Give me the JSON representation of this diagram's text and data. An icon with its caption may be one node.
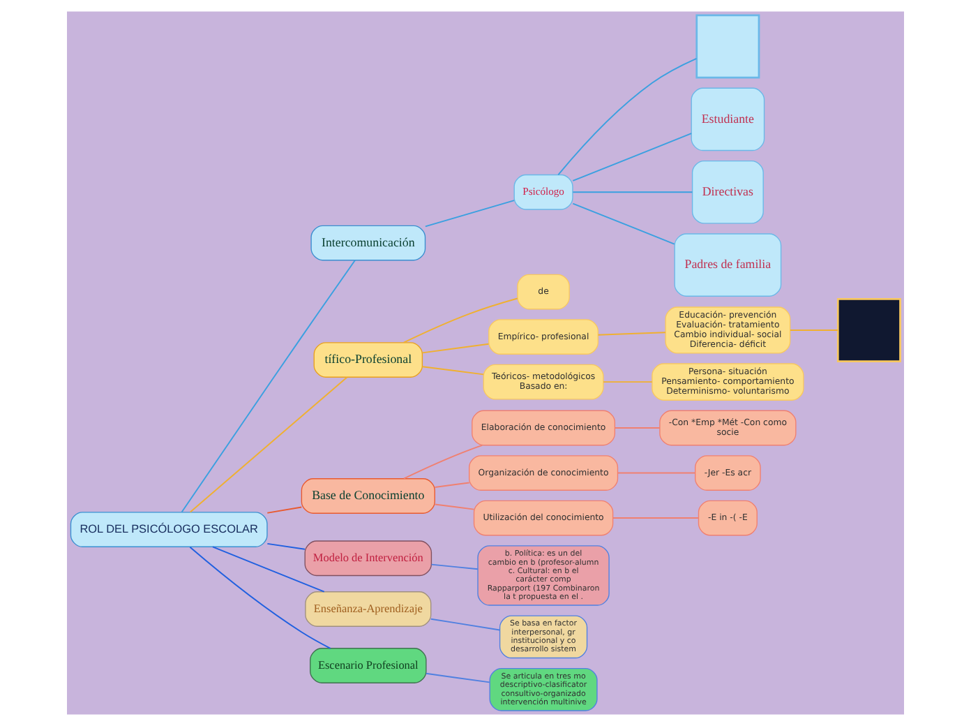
{
  "diagram": {
    "nodes": [
      {
        "text": [
          "ROL DEL PSICÓLOGO ESCOLAR"
        ]
      },
      {
        "text": [
          "Intercomunicación"
        ]
      },
      {
        "text": [
          "Psicólogo"
        ]
      },
      {
        "text": [],
        "shape": "box"
      },
      {
        "text": [
          "Estudiante"
        ]
      },
      {
        "text": [
          "Directivas"
        ]
      },
      {
        "text": [
          "Padres de familia"
        ]
      },
      {
        "text": [
          "tífico-Profesional"
        ]
      },
      {
        "text": [
          "de"
        ]
      },
      {
        "text": [
          "Empírico- profesional"
        ]
      },
      {
        "text": [
          "Teóricos- metodológicos Basado en:"
        ]
      },
      {
        "text": [
          "Educación- prevención Evaluación- tratamiento Cambio individual- social Diferencia- déficit"
        ]
      },
      {
        "text": [
          "Persona- situación Pensamiento- comportamiento Determinismo- voluntarismo"
        ]
      },
      {
        "text": [],
        "shape": "box"
      },
      {
        "text": [
          "Base de Conocimiento"
        ]
      },
      {
        "text": [
          "Elaboración de conocimiento"
        ]
      },
      {
        "text": [
          "-Con *Emp *Mét -Con como socie"
        ]
      },
      {
        "text": [
          "Organización de conocimiento"
        ]
      },
      {
        "text": [
          "-Jer -Es acr"
        ]
      },
      {
        "text": [
          "Utilización del conocimiento"
        ]
      },
      {
        "text": [
          "-E in -( -E"
        ]
      },
      {
        "text": [
          "Modelo de Intervención"
        ]
      },
      {
        "text": [
          "b. Política: es un del cambio en b (profesor-alumn",
          "c. Cultural: en b el carácter comp",
          "Rapparport (197 Combinaron la t propuesta en el ."
        ]
      },
      {
        "text": [
          "Enseñanza-Aprendizaje"
        ]
      },
      {
        "text": [
          "Se basa en factor interpersonal, gr institucional y co desarrollo sistem"
        ]
      },
      {
        "text": [
          "Escenario Profesional"
        ]
      },
      {
        "text": [
          "Se articula en tres mo descriptivo-clasificator consultivo-organizado intervención multinive"
        ]
      }
    ],
    "edges": [
      {
        "from": 0,
        "to": 1,
        "arrow": "none",
        "color": "#3aa0e0"
      },
      {
        "from": 1,
        "to": 2,
        "arrow": "none",
        "color": "#3aa0e0"
      },
      {
        "from": 2,
        "to": 3,
        "arrow": "none",
        "color": "#3aa0e0"
      },
      {
        "from": 2,
        "to": 4,
        "arrow": "none",
        "color": "#3aa0e0"
      },
      {
        "from": 2,
        "to": 5,
        "arrow": "none",
        "color": "#3aa0e0"
      },
      {
        "from": 2,
        "to": 6,
        "arrow": "none",
        "color": "#3aa0e0"
      },
      {
        "from": 0,
        "to": 7,
        "arrow": "none",
        "color": "#f0b030"
      },
      {
        "from": 7,
        "to": 8,
        "arrow": "none",
        "color": "#f0b030"
      },
      {
        "from": 7,
        "to": 9,
        "arrow": "none",
        "color": "#f0b030"
      },
      {
        "from": 7,
        "to": 10,
        "arrow": "none",
        "color": "#f0b030"
      },
      {
        "from": 9,
        "to": 11,
        "arrow": "none",
        "color": "#f0b030"
      },
      {
        "from": 11,
        "to": 13,
        "arrow": "none",
        "color": "#f0b030"
      },
      {
        "from": 10,
        "to": 12,
        "arrow": "none",
        "color": "#f0b030"
      },
      {
        "from": 0,
        "to": 14,
        "arrow": "none",
        "color": "#e85a30"
      },
      {
        "from": 14,
        "to": 15,
        "arrow": "none",
        "color": "#f08070"
      },
      {
        "from": 15,
        "to": 16,
        "arrow": "none",
        "color": "#f08070"
      },
      {
        "from": 14,
        "to": 17,
        "arrow": "none",
        "color": "#f08070"
      },
      {
        "from": 17,
        "to": 18,
        "arrow": "none",
        "color": "#f08070"
      },
      {
        "from": 14,
        "to": 19,
        "arrow": "none",
        "color": "#f08070"
      },
      {
        "from": 19,
        "to": 20,
        "arrow": "none",
        "color": "#f08070"
      },
      {
        "from": 0,
        "to": 21,
        "arrow": "none",
        "color": "#2060e0"
      },
      {
        "from": 21,
        "to": 22,
        "arrow": "none",
        "color": "#5080e0"
      },
      {
        "from": 0,
        "to": 23,
        "arrow": "none",
        "color": "#2060e0"
      },
      {
        "from": 23,
        "to": 24,
        "arrow": "none",
        "color": "#5080e0"
      },
      {
        "from": 0,
        "to": 25,
        "arrow": "none",
        "color": "#2060e0"
      },
      {
        "from": 25,
        "to": 26,
        "arrow": "none",
        "color": "#5080e0"
      }
    ]
  }
}
